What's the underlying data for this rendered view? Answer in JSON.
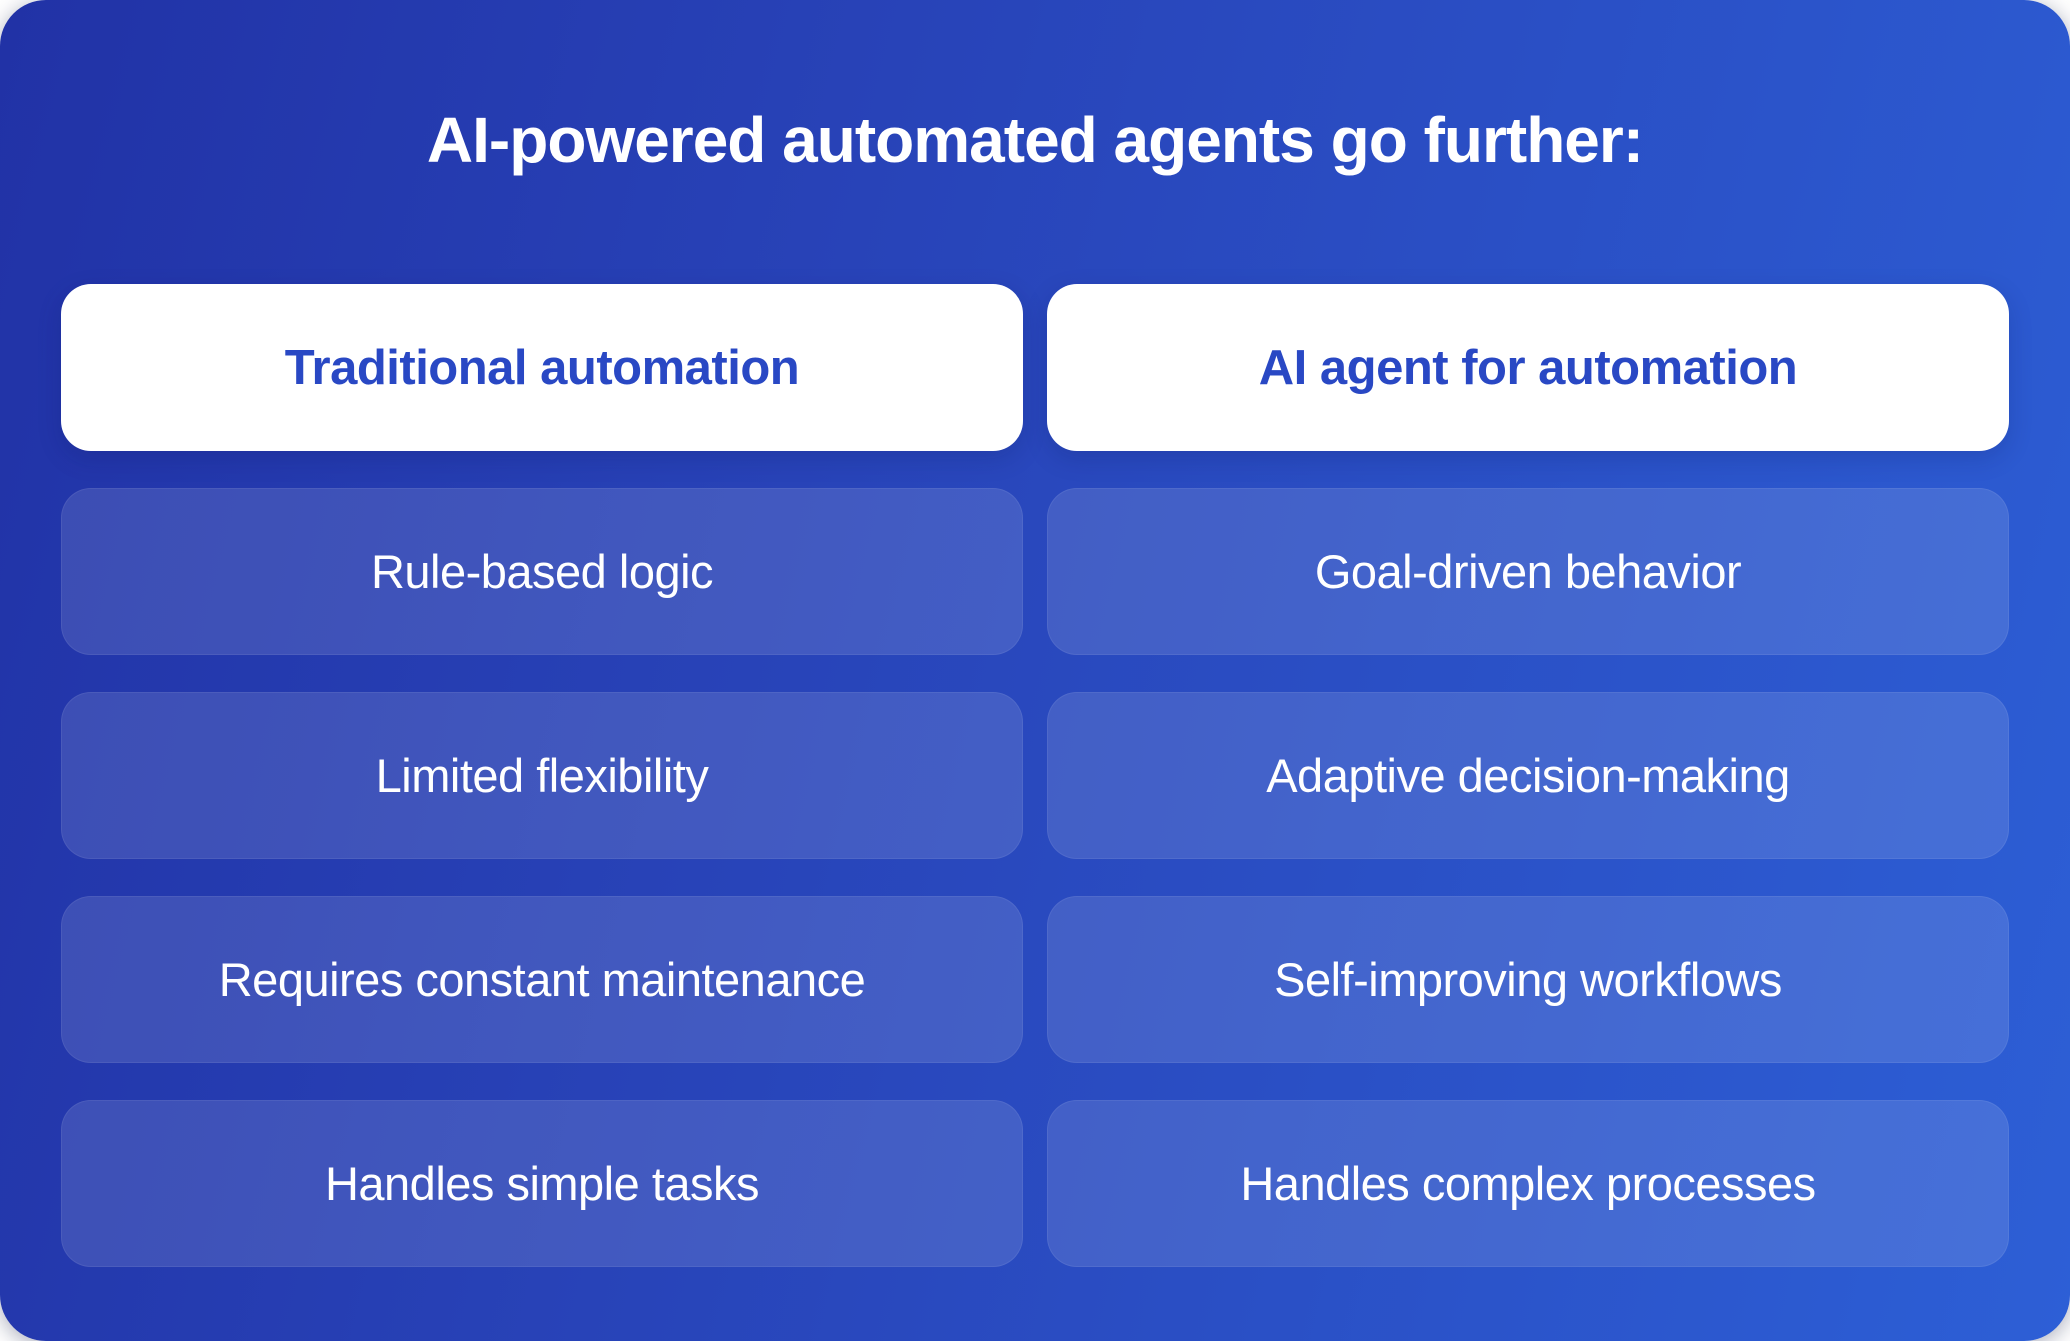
{
  "title": "AI-powered automated agents go further:",
  "colors": {
    "background_gradient_start": "#2132a6",
    "background_gradient_end": "#2d5fd6",
    "header_card_background": "#ffffff",
    "header_text": "#2948c4",
    "cell_overlay": "rgba(255,255,255,0.12)",
    "body_text": "#ffffff"
  },
  "comparison": {
    "columns": [
      {
        "header": "Traditional automation",
        "rows": [
          "Rule-based logic",
          "Limited flexibility",
          "Requires constant maintenance",
          "Handles simple tasks"
        ]
      },
      {
        "header": "AI agent for automation",
        "rows": [
          "Goal-driven behavior",
          "Adaptive decision-making",
          "Self-improving workflows",
          "Handles complex processes"
        ]
      }
    ]
  }
}
